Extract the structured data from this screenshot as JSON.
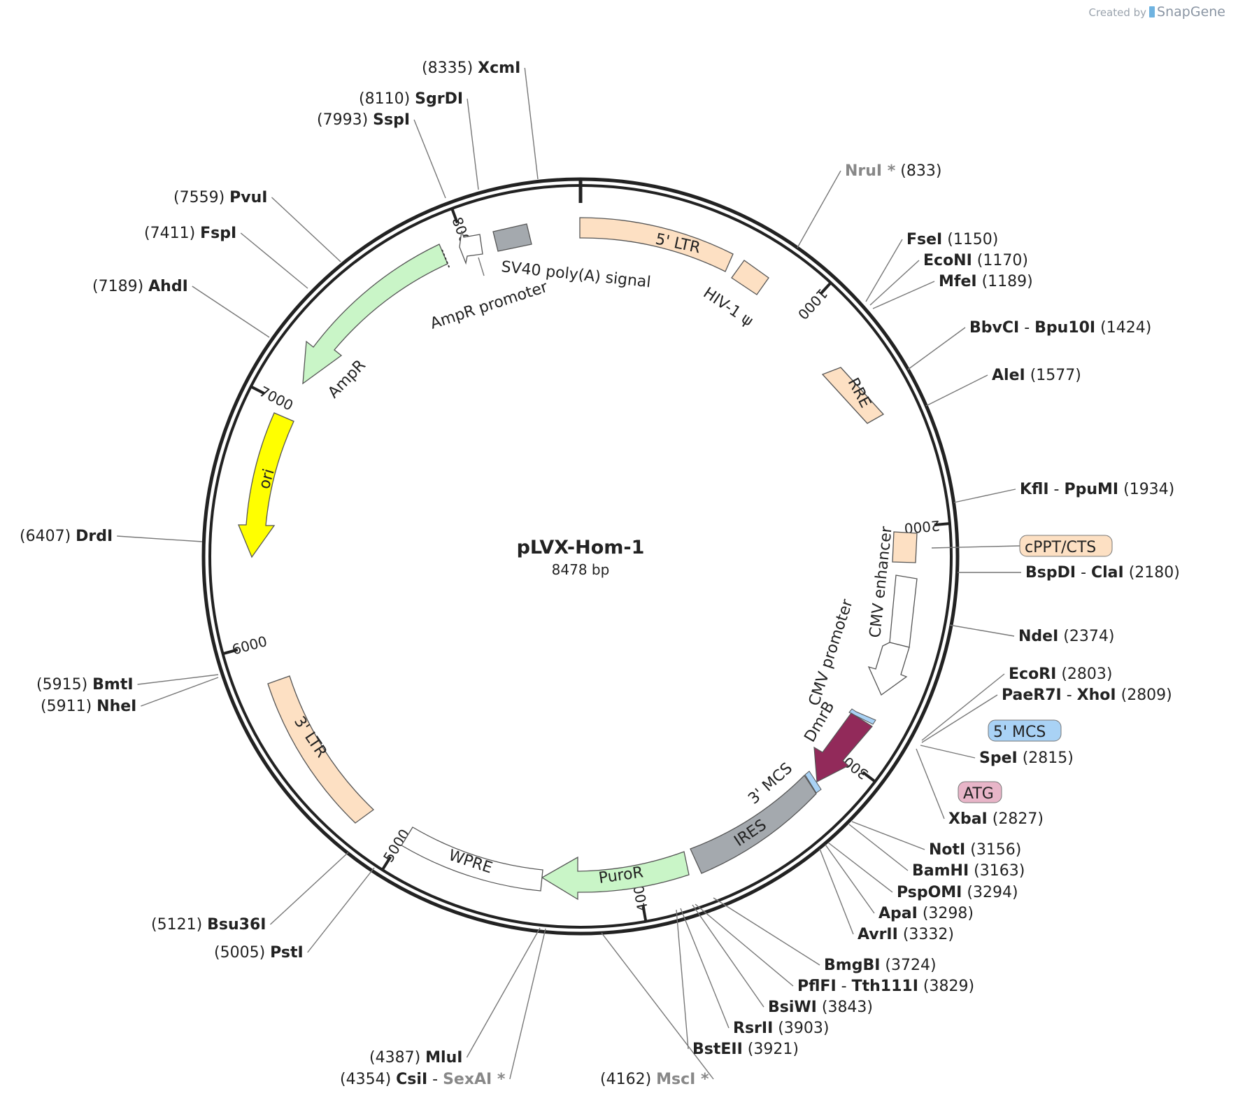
{
  "credit": {
    "prefix": "Created by",
    "brand": "SnapGene"
  },
  "plasmid": {
    "name": "pLVX-Hom-1",
    "size_label": "8478 bp",
    "length": 8478
  },
  "ticks": [
    "1000",
    "2000",
    "3000",
    "4000",
    "5000",
    "6000",
    "7000",
    "8000"
  ],
  "features": [
    {
      "label": "5' LTR",
      "color": "#fde0c3",
      "type": "box"
    },
    {
      "label": "HIV-1 ψ",
      "color": "#fde0c3",
      "type": "box"
    },
    {
      "label": "RRE",
      "color": "#fde0c3",
      "type": "box"
    },
    {
      "label": "cPPT/CTS",
      "color": "#fde0c3",
      "type": "box"
    },
    {
      "label": "CMV enhancer",
      "color": "#ffffff",
      "type": "box"
    },
    {
      "label": "CMV promoter",
      "color": "#ffffff",
      "type": "arrow"
    },
    {
      "label": "5' MCS",
      "color": "#a9d2f5",
      "type": "box"
    },
    {
      "label": "ATG",
      "color": "#e8b5c8",
      "type": "box"
    },
    {
      "label": "DmrB",
      "color": "#922a5a",
      "type": "arrow"
    },
    {
      "label": "3' MCS",
      "color": "#a9d2f5",
      "type": "box"
    },
    {
      "label": "IRES",
      "color": "#a4a9ae",
      "type": "box"
    },
    {
      "label": "PuroR",
      "color": "#c9f5c7",
      "type": "arrow"
    },
    {
      "label": "WPRE",
      "color": "#ffffff",
      "type": "box"
    },
    {
      "label": "3' LTR",
      "color": "#fde0c3",
      "type": "box"
    },
    {
      "label": "ori",
      "color": "#ffff00",
      "type": "arrow"
    },
    {
      "label": "AmpR",
      "color": "#c9f5c7",
      "type": "arrow"
    },
    {
      "label": "AmpR promoter",
      "color": "#ffffff",
      "type": "arrow"
    },
    {
      "label": "SV40 poly(A) signal",
      "color": "#a4a9ae",
      "type": "box"
    }
  ],
  "sites": [
    {
      "name": "XcmI",
      "pos": "(8335)"
    },
    {
      "name": "SgrDI",
      "pos": "(8110)"
    },
    {
      "name": "SspI",
      "pos": "(7993)"
    },
    {
      "name": "PvuI",
      "pos": "(7559)"
    },
    {
      "name": "FspI",
      "pos": "(7411)"
    },
    {
      "name": "AhdI",
      "pos": "(7189)"
    },
    {
      "name": "DrdI",
      "pos": "(6407)"
    },
    {
      "name": "BmtI",
      "pos": "(5915)"
    },
    {
      "name": "NheI",
      "pos": "(5911)"
    },
    {
      "name": "Bsu36I",
      "pos": "(5121)"
    },
    {
      "name": "PstI",
      "pos": "(5005)"
    },
    {
      "name": "MluI",
      "pos": "(4387)"
    },
    {
      "name": "CsiI",
      "pos": "(4354)",
      "partner": "SexAI *"
    },
    {
      "name": "MscI *",
      "pos": "(4162)"
    },
    {
      "name": "NruI *",
      "pos": "(833)"
    },
    {
      "name": "FseI",
      "pos": "(1150)"
    },
    {
      "name": "EcoNI",
      "pos": "(1170)"
    },
    {
      "name": "MfeI",
      "pos": "(1189)"
    },
    {
      "name": "BbvCI",
      "pos": "(1424)",
      "partner": "Bpu10I"
    },
    {
      "name": "AleI",
      "pos": "(1577)"
    },
    {
      "name": "KflI",
      "pos": "(1934)",
      "partner": "PpuMI"
    },
    {
      "name": "BspDI",
      "pos": "(2180)",
      "partner": "ClaI"
    },
    {
      "name": "NdeI",
      "pos": "(2374)"
    },
    {
      "name": "EcoRI",
      "pos": "(2803)"
    },
    {
      "name": "PaeR7I",
      "pos": "(2809)",
      "partner": "XhoI"
    },
    {
      "name": "SpeI",
      "pos": "(2815)"
    },
    {
      "name": "XbaI",
      "pos": "(2827)"
    },
    {
      "name": "NotI",
      "pos": "(3156)"
    },
    {
      "name": "BamHI",
      "pos": "(3163)"
    },
    {
      "name": "PspOMI",
      "pos": "(3294)"
    },
    {
      "name": "ApaI",
      "pos": "(3298)"
    },
    {
      "name": "AvrII",
      "pos": "(3332)"
    },
    {
      "name": "BmgBI",
      "pos": "(3724)"
    },
    {
      "name": "PflFI",
      "pos": "(3829)",
      "partner": "Tth111I"
    },
    {
      "name": "BsiWI",
      "pos": "(3843)"
    },
    {
      "name": "RsrII",
      "pos": "(3903)"
    },
    {
      "name": "BstEII",
      "pos": "(3921)"
    }
  ]
}
